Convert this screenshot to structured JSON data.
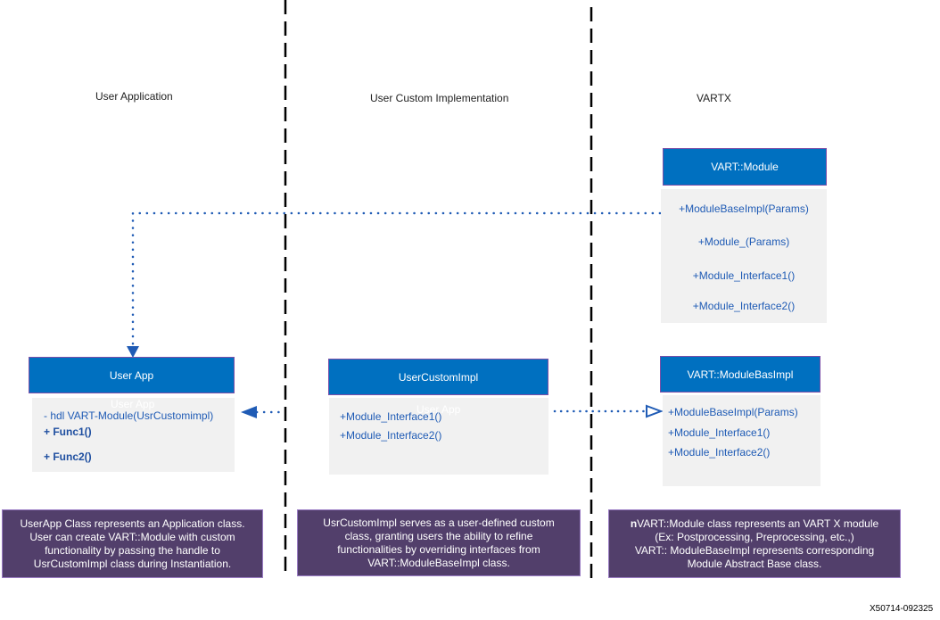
{
  "lanes": {
    "user_application": "User Application",
    "user_custom_implementation": "User Custom Implementation",
    "vartx": "VARTX"
  },
  "vart_module": {
    "title": "VART::Module",
    "members": [
      "+ModuleBaseImpl(Params)",
      "+Module_(Params)",
      "+Module_Interface1()",
      "+Module_Interface2()"
    ]
  },
  "user_app": {
    "title": "User App",
    "ghost": "User App",
    "members": [
      "- hdl VART-Module(UsrCustomimpl)",
      "+ Func1()",
      "+ Func2()"
    ]
  },
  "user_custom_impl": {
    "title": "UserCustomImpl",
    "ghost": "User App",
    "members": [
      "+Module_Interface1()",
      "+Module_Interface2()"
    ]
  },
  "vart_module_base_impl": {
    "title": "VART::ModuleBasImpl",
    "members": [
      "+ModuleBaseImpl(Params)",
      "+Module_Interface1()",
      "+Module_Interface2()"
    ]
  },
  "notes": {
    "user_app": [
      "UserApp Class represents an Application class.",
      "User can create VART::Module with custom",
      "functionality by passing the handle to",
      "UsrCustomImpl class during Instantiation."
    ],
    "user_custom_impl": [
      "UsrCustomImpl serves as a user-defined custom",
      "class, granting users the ability to refine",
      "functionalities by overriding interfaces from",
      "VART::ModuleBaseImpl class."
    ],
    "vart": {
      "bold_prefix": "n",
      "lines": [
        "VART::Module class represents an VART X module",
        "(Ex: Postprocessing, Preprocessing, etc.,)",
        "VART:: ModuleBaseImpl represents corresponding",
        "Module Abstract Base class."
      ]
    }
  },
  "figure_id": "X50714-092325",
  "colors": {
    "header": "#0070c0",
    "body": "#f1f1f1",
    "member_text": "#1f5bb5",
    "note": "#523f6b",
    "connector": "#1f5bb5"
  }
}
